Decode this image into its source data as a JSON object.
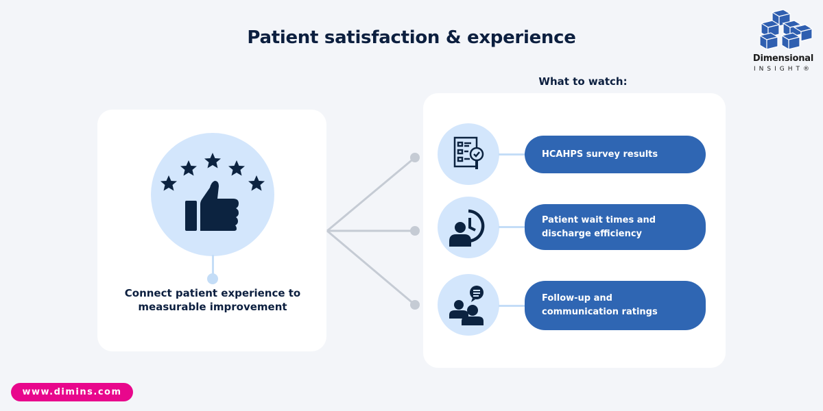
{
  "header": {
    "title": "Patient satisfaction & experience"
  },
  "logo": {
    "line1": "Dimensional",
    "line2": "INSIGHT®",
    "icon": "stacked-cubes-icon"
  },
  "main_concept": {
    "icon": "thumbs-up-five-stars-icon",
    "caption": "Connect patient experience to measurable improvement"
  },
  "watch": {
    "label": "What to watch:",
    "items": [
      {
        "icon": "checklist-magnifier-icon",
        "label": "HCAHPS survey results"
      },
      {
        "icon": "person-clock-icon",
        "label": "Patient wait times and discharge efficiency"
      },
      {
        "icon": "people-chat-icon",
        "label": "Follow-up and communication ratings"
      }
    ]
  },
  "footer": {
    "url": "www.dimins.com"
  },
  "colors": {
    "background": "#f3f5f9",
    "navy": "#0c1f3f",
    "pill_blue": "#2f66b3",
    "light_blue": "#d3e6fc",
    "connector_gray": "#c5cbd4",
    "brand_pink": "#e8078c"
  }
}
